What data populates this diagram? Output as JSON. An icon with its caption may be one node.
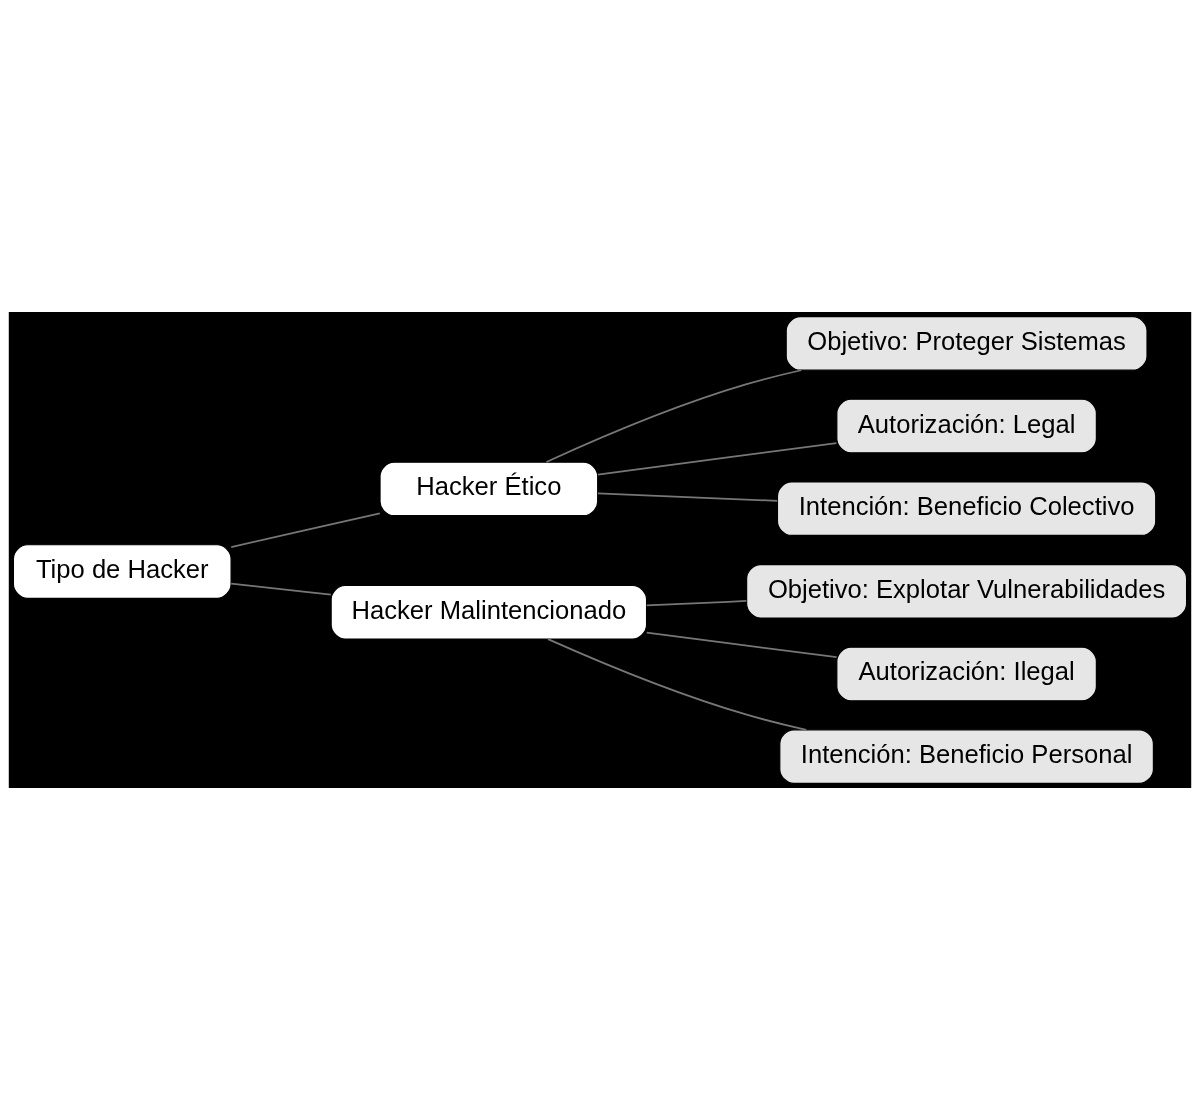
{
  "diagram": {
    "nodes": [
      {
        "text": [
          "Tipo de Hacker"
        ]
      },
      {
        "text": [
          "Hacker Ético"
        ]
      },
      {
        "text": [
          "Hacker Malintencionado"
        ]
      },
      {
        "text": [
          "Objetivo: Proteger Sistemas"
        ]
      },
      {
        "text": [
          "Autorización: Legal"
        ]
      },
      {
        "text": [
          "Intención: Beneficio Colectivo"
        ]
      },
      {
        "text": [
          "Objetivo: Explotar Vulnerabilidades"
        ]
      },
      {
        "text": [
          "Autorización: Ilegal"
        ]
      },
      {
        "text": [
          "Intención: Beneficio Personal"
        ]
      }
    ],
    "edges": [
      {
        "from": 0,
        "to": 1,
        "arrow": "none"
      },
      {
        "from": 0,
        "to": 2,
        "arrow": "none"
      },
      {
        "from": 1,
        "to": 3,
        "arrow": "none"
      },
      {
        "from": 1,
        "to": 4,
        "arrow": "none"
      },
      {
        "from": 1,
        "to": 5,
        "arrow": "none"
      },
      {
        "from": 2,
        "to": 6,
        "arrow": "none"
      },
      {
        "from": 2,
        "to": 7,
        "arrow": "none"
      },
      {
        "from": 2,
        "to": 8,
        "arrow": "none"
      }
    ]
  }
}
